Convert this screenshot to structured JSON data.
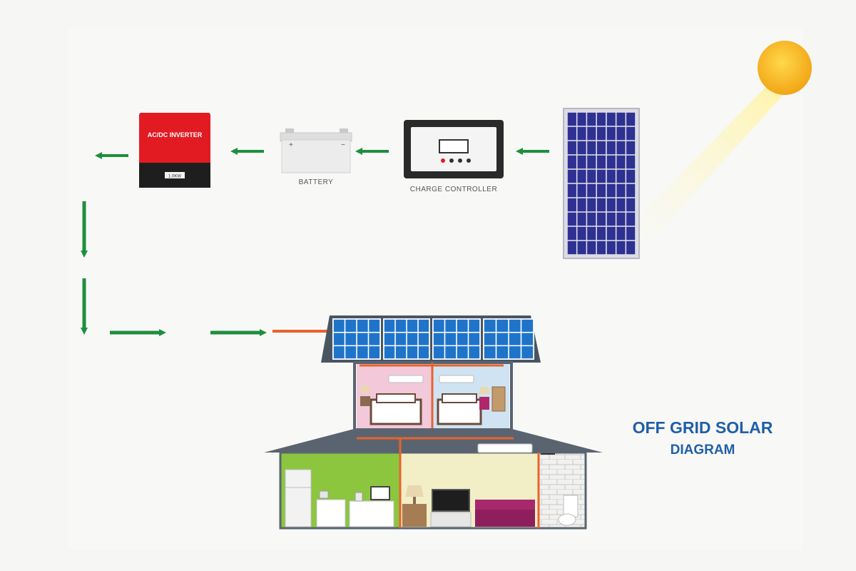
{
  "title": {
    "line1": "OFF GRID SOLAR",
    "line2": "DIAGRAM"
  },
  "components": {
    "inverter": {
      "label": "AC/DC INVERTER",
      "display": "1.0KW"
    },
    "battery": {
      "label": "BATTERY",
      "plus": "+",
      "minus": "−"
    },
    "charge_controller": {
      "label": "CHARGE CONTROLLER"
    }
  },
  "icons": [
    "sun-icon",
    "solar-panel-icon",
    "charge-controller-icon",
    "battery-icon",
    "inverter-icon",
    "house-icon",
    "flow-arrow-icon"
  ],
  "colors": {
    "arrow": "#1e8e3e",
    "title": "#1f5fa8",
    "inverter": "#e21b23",
    "sun": "#f6b21b",
    "panel": "#2e3192",
    "wire": "#e8632b"
  }
}
